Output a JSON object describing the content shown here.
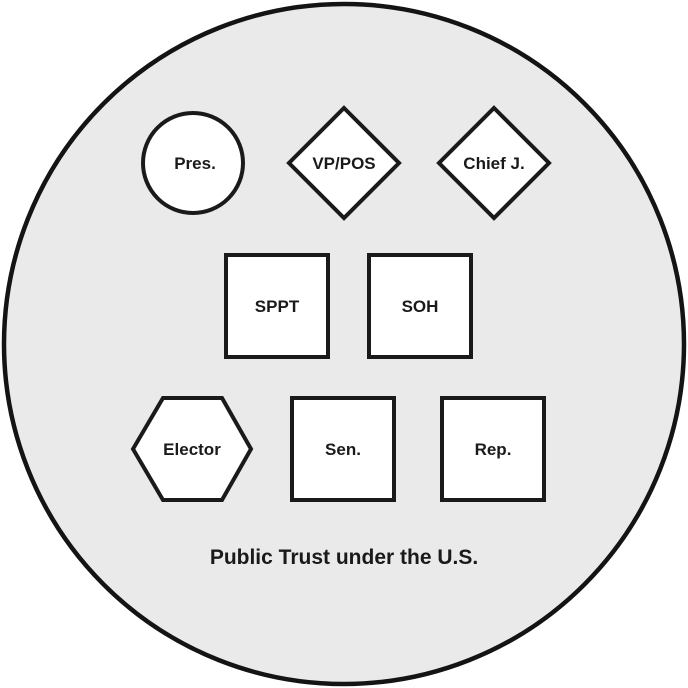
{
  "diagram": {
    "caption": "Public Trust under the U.S.",
    "nodes": [
      {
        "id": "pres",
        "label": "Pres.",
        "shape": "circle"
      },
      {
        "id": "vp-pos",
        "label": "VP/POS",
        "shape": "diamond"
      },
      {
        "id": "chief-j",
        "label": "Chief J.",
        "shape": "diamond"
      },
      {
        "id": "sppt",
        "label": "SPPT",
        "shape": "square"
      },
      {
        "id": "soh",
        "label": "SOH",
        "shape": "square"
      },
      {
        "id": "elector",
        "label": "Elector",
        "shape": "hexagon"
      },
      {
        "id": "sen",
        "label": "Sen.",
        "shape": "square"
      },
      {
        "id": "rep",
        "label": "Rep.",
        "shape": "square"
      }
    ],
    "colors": {
      "outer_circle_fill": "#eaeaea",
      "outline": "#1a1a1a",
      "node_fill": "#ffffff",
      "text": "#1a1a1a",
      "page_background": "#ffffff"
    }
  }
}
